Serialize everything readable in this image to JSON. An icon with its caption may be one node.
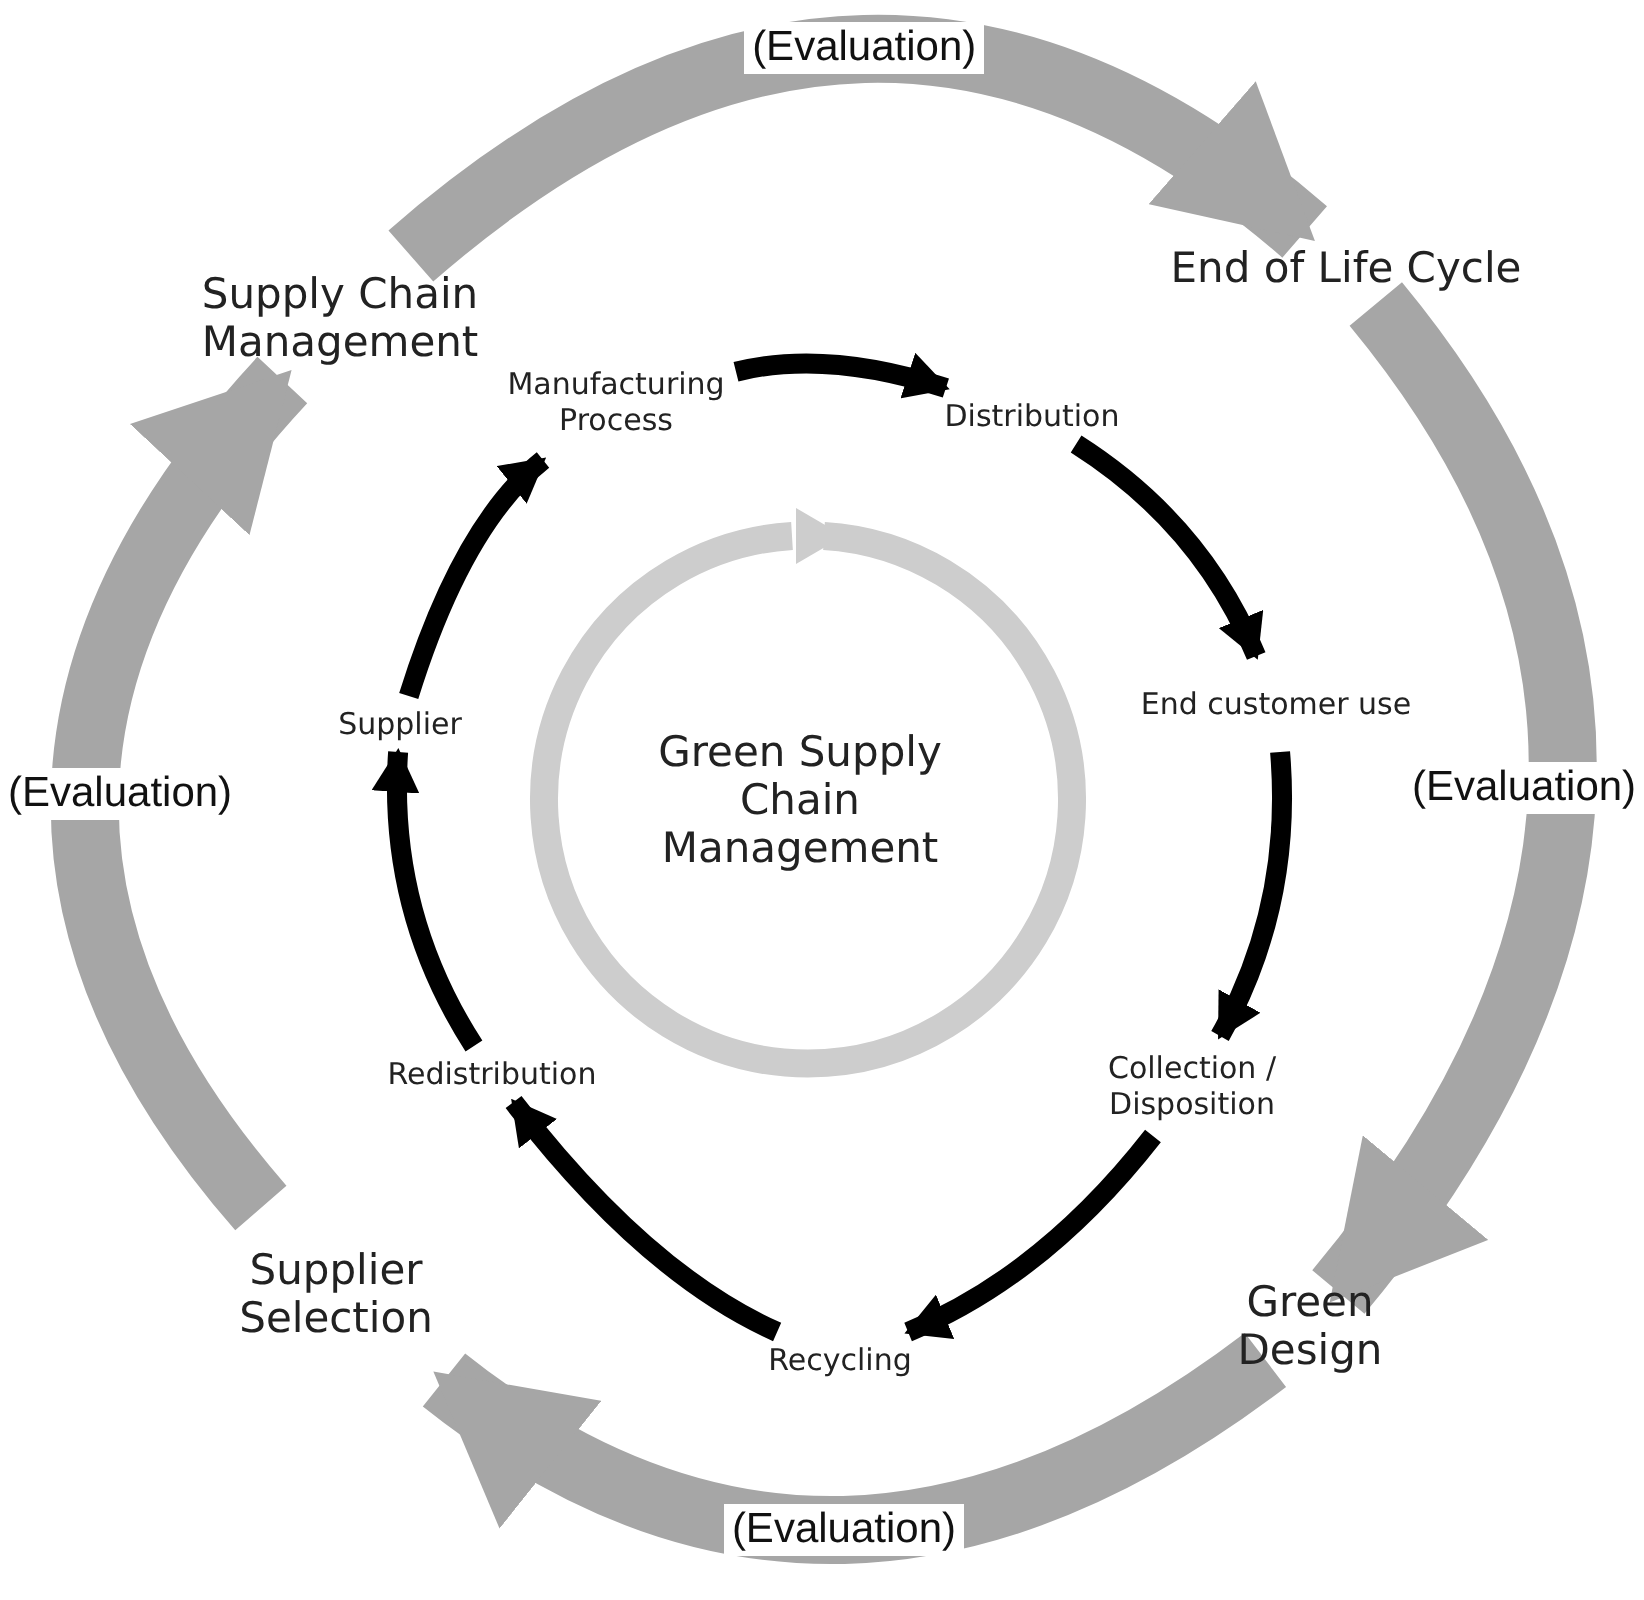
{
  "diagram": {
    "nodes": [
      {
        "text": [
          "Supply Chain Management"
        ]
      },
      {
        "text": [
          "End of Life Cycle"
        ]
      },
      {
        "text": [
          "Green Design"
        ]
      },
      {
        "text": [
          "Supplier Selection"
        ]
      },
      {
        "text": [
          "Green Supply Chain Management"
        ]
      },
      {
        "text": [
          "Manufacturing Process"
        ]
      },
      {
        "text": [
          "Distribution"
        ]
      },
      {
        "text": [
          "End customer use"
        ]
      },
      {
        "text": [
          "Collection / Disposition"
        ]
      },
      {
        "text": [
          "Recycling"
        ]
      },
      {
        "text": [
          "Redistribution"
        ]
      },
      {
        "text": [
          "Supplier"
        ]
      }
    ],
    "edges": [
      {
        "from": 0,
        "to": 1,
        "arrow": "to",
        "label": "(Evaluation)",
        "style": "thick",
        "color": "#a6a6a6"
      },
      {
        "from": 1,
        "to": 2,
        "arrow": "to",
        "label": "(Evaluation)",
        "style": "thick",
        "color": "#a6a6a6"
      },
      {
        "from": 2,
        "to": 3,
        "arrow": "to",
        "label": "(Evaluation)",
        "style": "thick",
        "color": "#a6a6a6"
      },
      {
        "from": 3,
        "to": 0,
        "arrow": "to",
        "label": "(Evaluation)",
        "style": "thick",
        "color": "#a6a6a6"
      },
      {
        "from": 11,
        "to": 5,
        "arrow": "to"
      },
      {
        "from": 5,
        "to": 6,
        "arrow": "to"
      },
      {
        "from": 6,
        "to": 7,
        "arrow": "to"
      },
      {
        "from": 7,
        "to": 8,
        "arrow": "to"
      },
      {
        "from": 8,
        "to": 9,
        "arrow": "to"
      },
      {
        "from": 9,
        "to": 10,
        "arrow": "to"
      },
      {
        "from": 10,
        "to": 11,
        "arrow": "to"
      }
    ]
  }
}
